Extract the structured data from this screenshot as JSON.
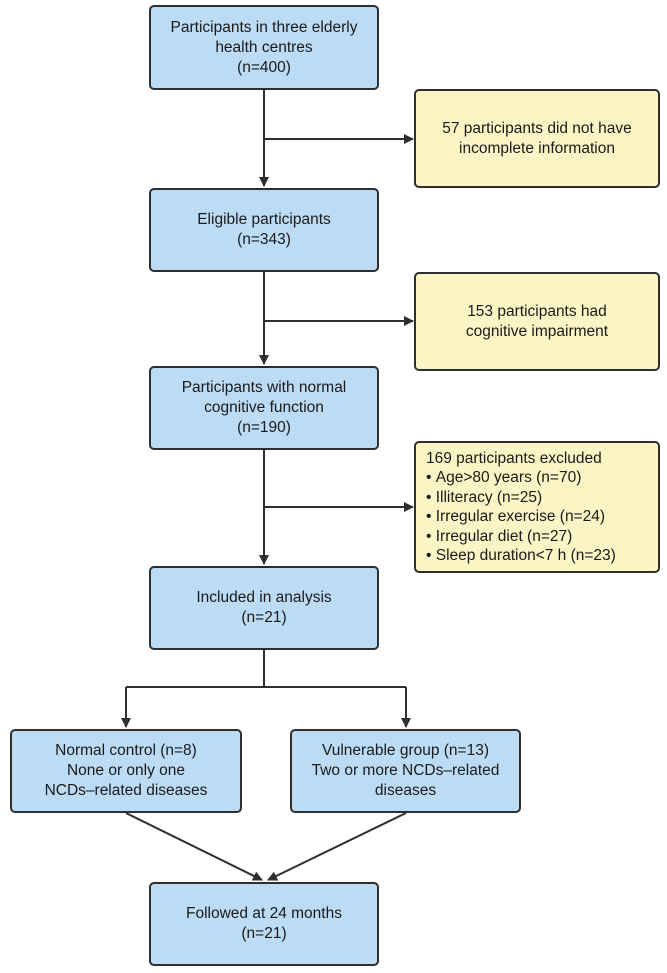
{
  "boxes": {
    "participants": {
      "line1": "Participants in three elderly",
      "line2": "health centres",
      "line3": "(n=400)"
    },
    "excluded_incomplete": {
      "line1": "57 participants did not have",
      "line2": "incomplete information"
    },
    "eligible": {
      "line1": "Eligible participants",
      "line2": "(n=343)"
    },
    "excluded_cognitive": {
      "line1": "153 participants had",
      "line2": "cognitive impairment"
    },
    "normal_cognitive": {
      "line1": "Participants with normal",
      "line2": "cognitive function",
      "line3": "(n=190)"
    },
    "excluded_169": {
      "title": "169 participants excluded",
      "items": [
        "Age>80 years (n=70)",
        "Illiteracy (n=25)",
        "Irregular exercise (n=24)",
        "Irregular diet (n=27)",
        "Sleep duration<7 h (n=23)"
      ]
    },
    "included": {
      "line1": "Included in analysis",
      "line2": "(n=21)"
    },
    "normal_control": {
      "line1": "Normal control (n=8)",
      "line2": "None or only one",
      "line3": "NCDs–related diseases"
    },
    "vulnerable": {
      "line1": "Vulnerable group (n=13)",
      "line2": "Two or more NCDs–related",
      "line3": "diseases"
    },
    "followed": {
      "line1": "Followed at 24 months",
      "line2": "(n=21)"
    }
  },
  "colors": {
    "main_box": "#bcdcf5",
    "exclusion_box": "#fbf5c5",
    "stroke": "#2e2e2e"
  }
}
